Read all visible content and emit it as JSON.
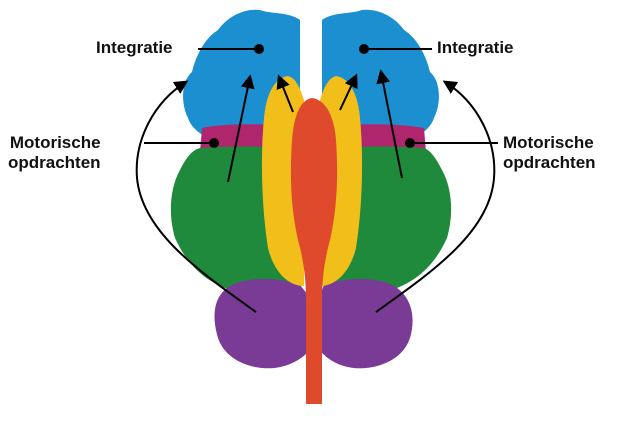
{
  "labels": {
    "integration_left": "Integratie",
    "integration_right": "Integratie",
    "motor_left": "Motorische\nopdrachten",
    "motor_right": "Motorische\nopdrachten"
  },
  "colors": {
    "integration": "#1b8fd0",
    "motor_band": "#b0266e",
    "cortex": "#1f8a3b",
    "basal": "#f2be1a",
    "stem": "#e04a2c",
    "cerebellum": "#7a3b97",
    "line": "#000000"
  }
}
